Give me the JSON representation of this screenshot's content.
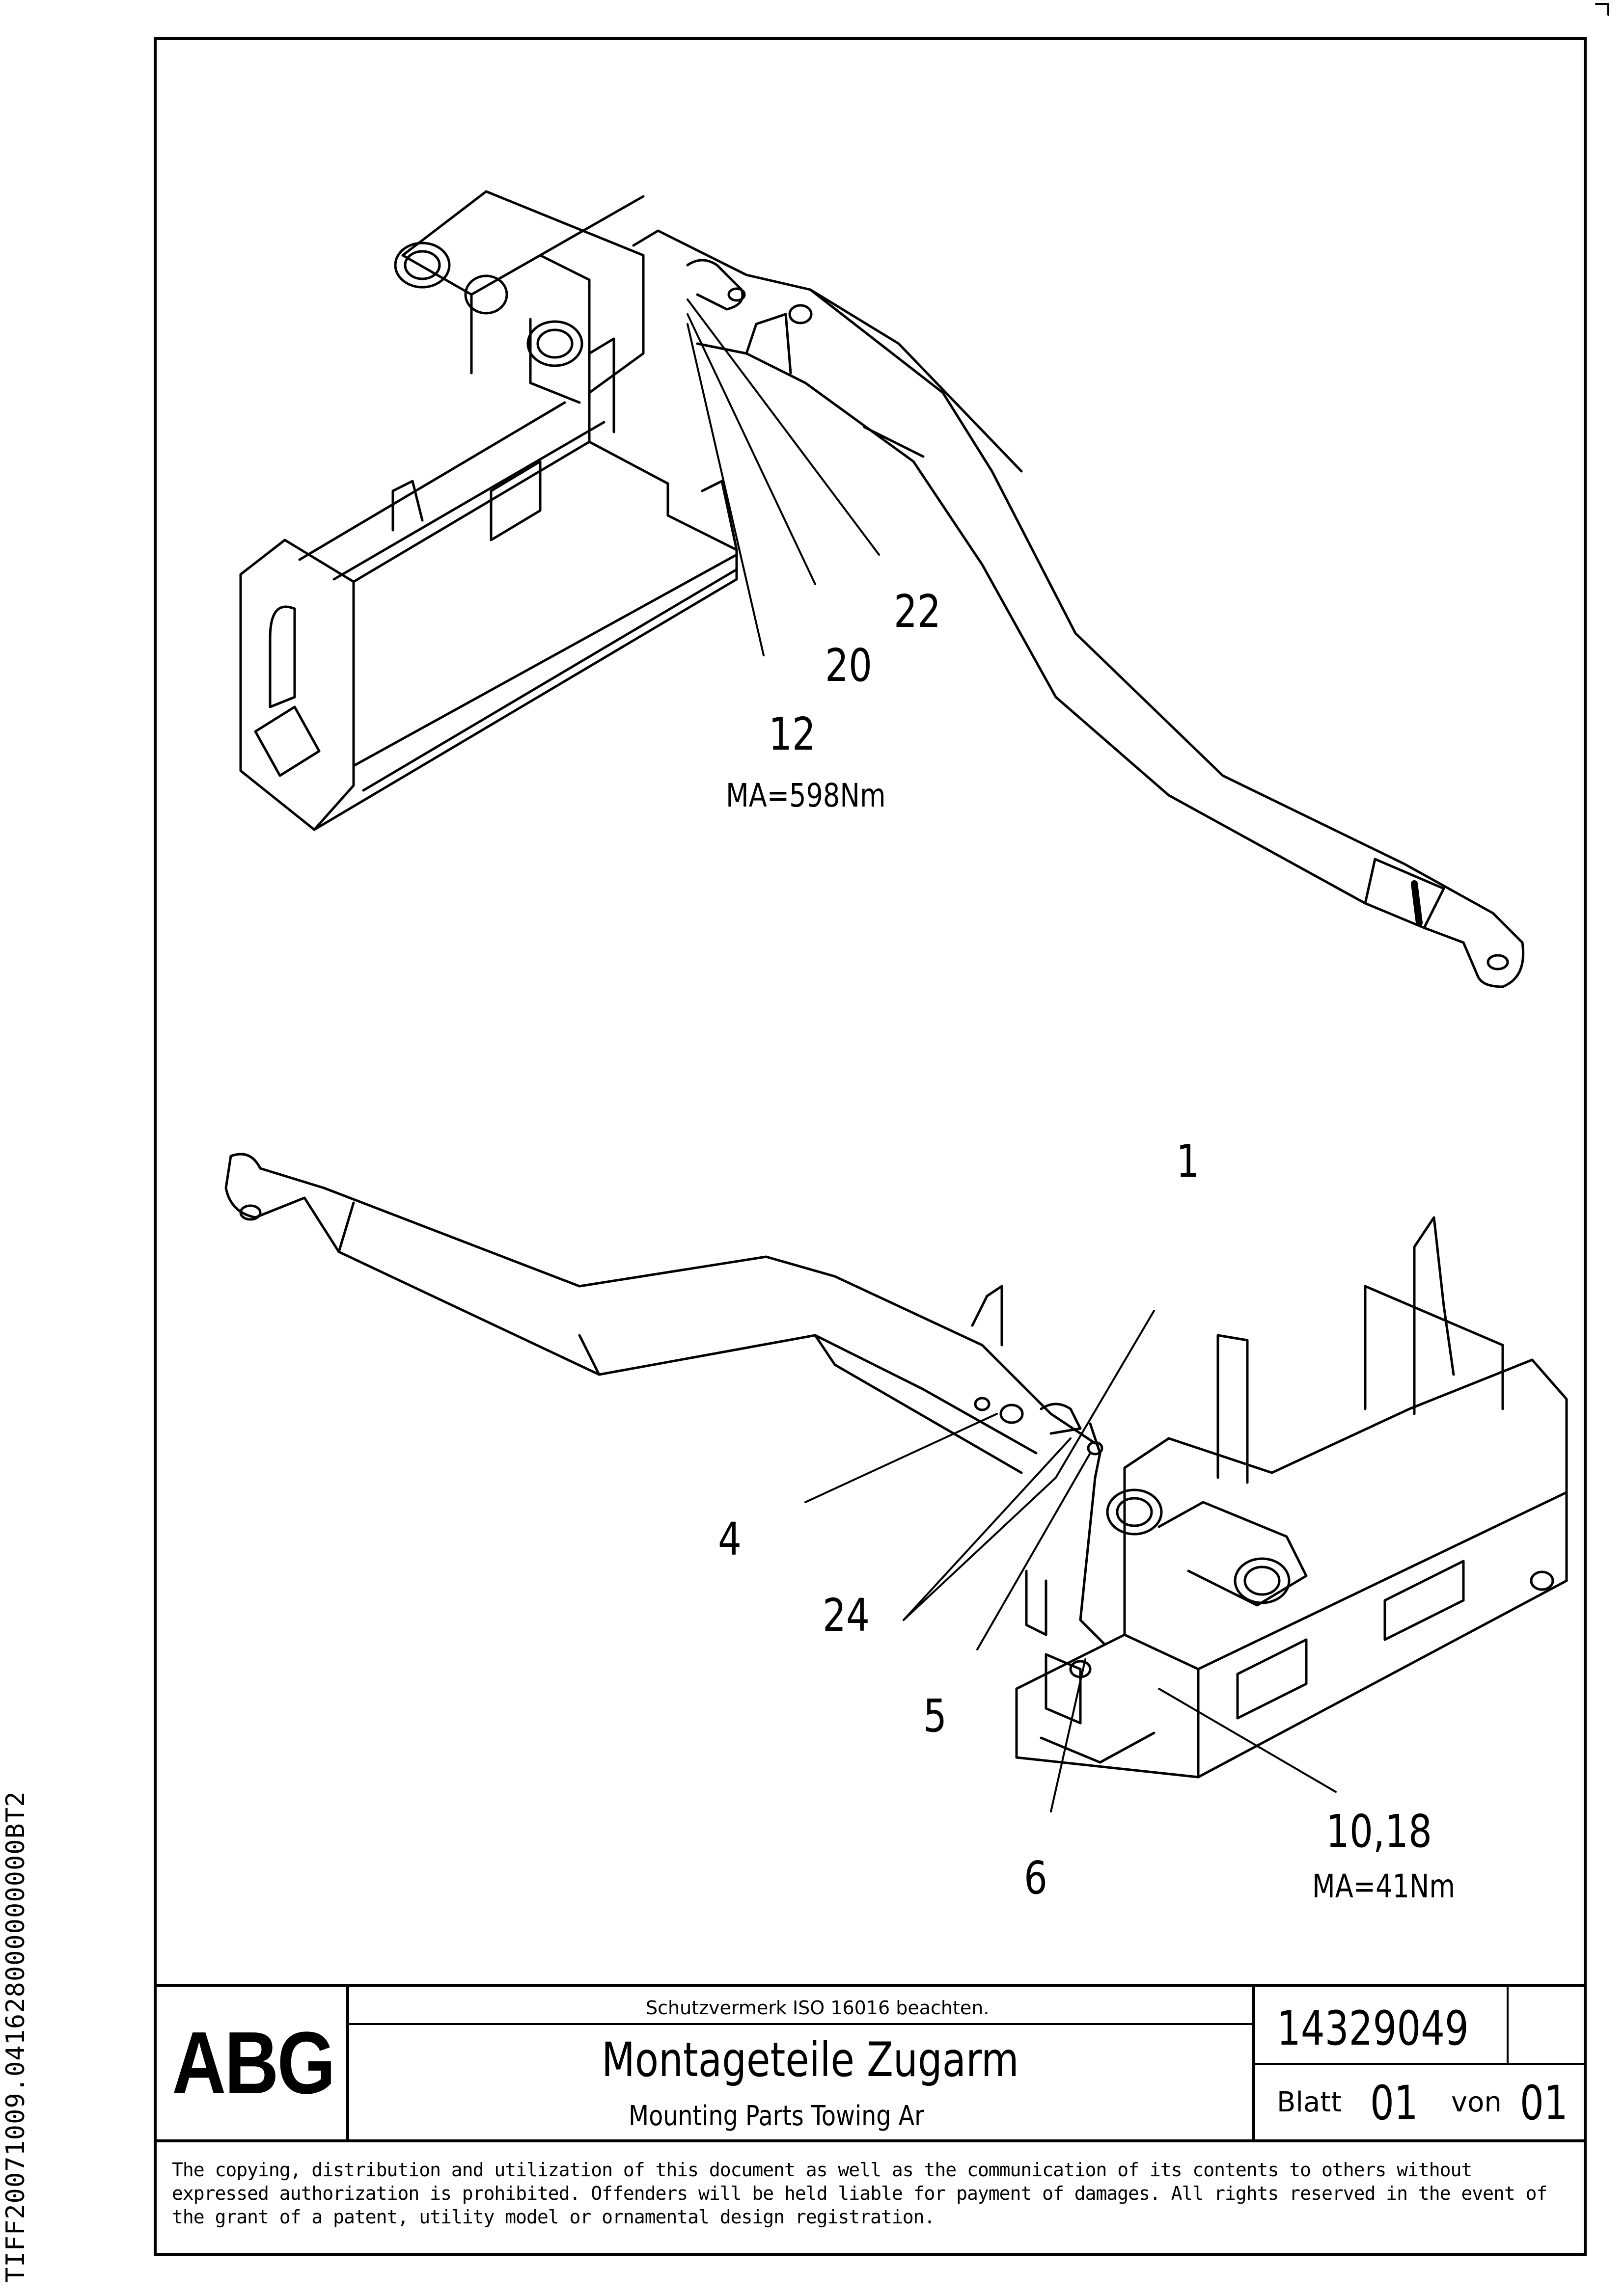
{
  "side_code": "TIFF20071009.041628000000000BT2",
  "top_view": {
    "callouts": [
      "22",
      "20",
      "12"
    ],
    "torque": "MA=598Nm"
  },
  "bottom_view": {
    "callouts": [
      "1",
      "4",
      "24",
      "5",
      "10,18",
      "6"
    ],
    "torque": "MA=41Nm"
  },
  "title_block": {
    "logo": "ABG",
    "protection_note": "Schutzvermerk ISO 16016 beachten.",
    "title_de": "Montageteile Zugarm",
    "title_en": "Mounting Parts Towing Ar",
    "drawing_number": "14329049",
    "sheet_label": "Blatt",
    "sheet_number": "01",
    "of_label": "von",
    "sheet_total": "01"
  },
  "copyright": "The copying, distribution and utilization of this document as well as the communication of its contents to others without expressed authorization is prohibited. Offenders will be held liable for payment of damages. All rights reserved in the event of the grant of a patent, utility model or ornamental design registration."
}
